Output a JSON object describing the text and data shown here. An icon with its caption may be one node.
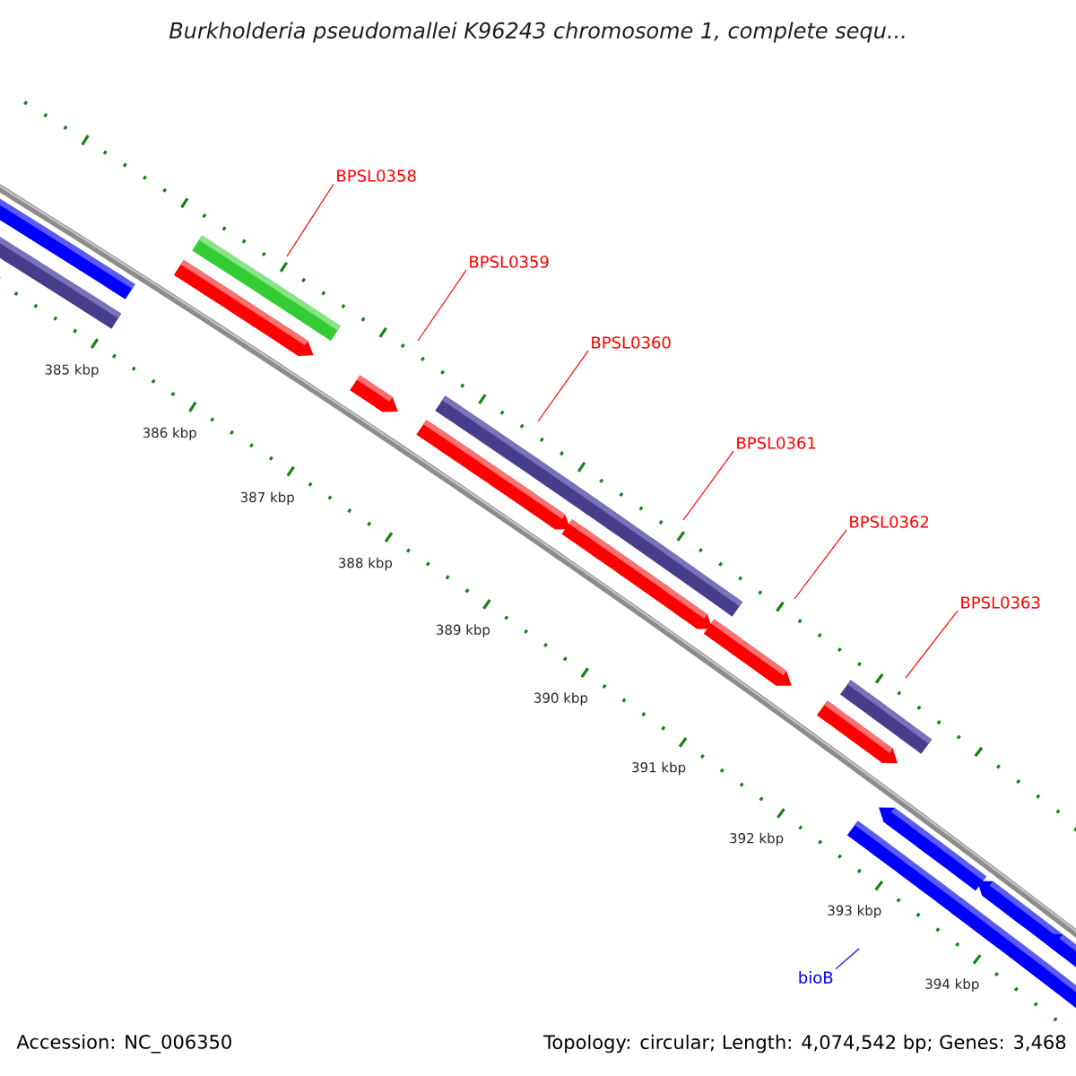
{
  "diagram": {
    "title": "Burkholderia pseudomallei K96243 chromosome 1, complete sequ...",
    "nodes": [
      {
        "text": [
          "BPSL0358"
        ]
      },
      {
        "text": [
          "BPSL0359"
        ]
      },
      {
        "text": [
          "BPSL0360"
        ]
      },
      {
        "text": [
          "BPSL0361"
        ]
      },
      {
        "text": [
          "BPSL0362"
        ]
      },
      {
        "text": [
          "BPSL0363"
        ]
      },
      {
        "text": [
          "bioB"
        ]
      }
    ],
    "edges": [
      {
        "from": 0,
        "to": null,
        "arrow": "none"
      },
      {
        "from": 1,
        "to": null,
        "arrow": "none"
      },
      {
        "from": 2,
        "to": null,
        "arrow": "none"
      },
      {
        "from": 3,
        "to": null,
        "arrow": "none"
      },
      {
        "from": 4,
        "to": null,
        "arrow": "none"
      },
      {
        "from": 5,
        "to": null,
        "arrow": "none"
      },
      {
        "from": 6,
        "to": null,
        "arrow": "none",
        "color": "#0000ff"
      }
    ],
    "labels": [
      "385 kbp",
      "386 kbp",
      "387 kbp",
      "388 kbp",
      "389 kbp",
      "390 kbp",
      "391 kbp",
      "392 kbp",
      "393 kbp",
      "394 kbp",
      "Accession: NC_006350",
      "Topology: circular; Length: 4,074,542 bp; Genes: 3,468"
    ]
  }
}
